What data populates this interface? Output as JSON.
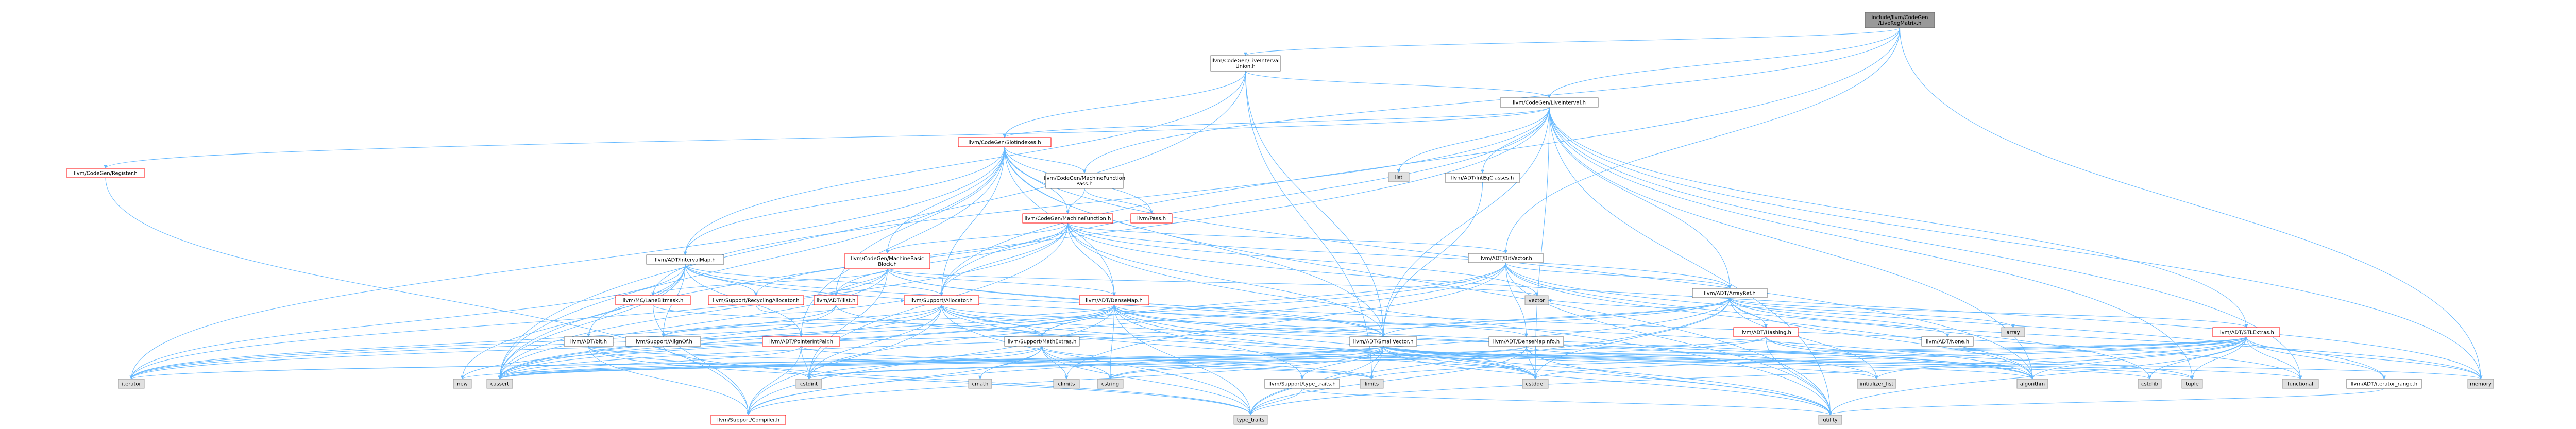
{
  "colors": {
    "root_fill": "#999999",
    "doc_fill": "#ffffff",
    "doc_border": "#666666",
    "trunc_border": "#ff0000",
    "sys_fill": "#e0e0e0",
    "sys_border": "#999999",
    "edge": "#63b8ff"
  },
  "nodes": [
    {
      "id": "root",
      "kind": "root",
      "lines": [
        "include/llvm/CodeGen",
        "/LiveRegMatrix.h"
      ]
    },
    {
      "id": "lil",
      "kind": "doc",
      "lines": [
        "llvm/CodeGen/LiveInterval",
        "Union.h"
      ]
    },
    {
      "id": "li",
      "kind": "doc",
      "lines": [
        "llvm/CodeGen/LiveInterval.h"
      ]
    },
    {
      "id": "si",
      "kind": "trunc",
      "lines": [
        "llvm/CodeGen/SlotIndexes.h"
      ]
    },
    {
      "id": "reg",
      "kind": "trunc",
      "lines": [
        "llvm/CodeGen/Register.h"
      ]
    },
    {
      "id": "mfp",
      "kind": "doc",
      "lines": [
        "llvm/CodeGen/MachineFunction",
        "Pass.h"
      ]
    },
    {
      "id": "mf",
      "kind": "trunc",
      "lines": [
        "llvm/CodeGen/MachineFunction.h"
      ]
    },
    {
      "id": "pass",
      "kind": "trunc",
      "lines": [
        "llvm/Pass.h"
      ]
    },
    {
      "id": "list",
      "kind": "sys",
      "lines": [
        "list"
      ]
    },
    {
      "id": "ieqc",
      "kind": "doc",
      "lines": [
        "llvm/ADT/IntEqClasses.h"
      ]
    },
    {
      "id": "imap",
      "kind": "doc",
      "lines": [
        "llvm/ADT/IntervalMap.h"
      ]
    },
    {
      "id": "mbb",
      "kind": "trunc",
      "lines": [
        "llvm/CodeGen/MachineBasic",
        "Block.h"
      ]
    },
    {
      "id": "bitv",
      "kind": "doc",
      "lines": [
        "llvm/ADT/BitVector.h"
      ]
    },
    {
      "id": "aref",
      "kind": "doc",
      "lines": [
        "llvm/ADT/ArrayRef.h"
      ]
    },
    {
      "id": "lbm",
      "kind": "trunc",
      "lines": [
        "llvm/MC/LaneBitmask.h"
      ]
    },
    {
      "id": "recyc",
      "kind": "trunc",
      "lines": [
        "llvm/Support/RecyclingAllocator.h"
      ]
    },
    {
      "id": "ilist",
      "kind": "trunc",
      "lines": [
        "llvm/ADT/ilist.h"
      ]
    },
    {
      "id": "alloc",
      "kind": "trunc",
      "lines": [
        "llvm/Support/Allocator.h"
      ]
    },
    {
      "id": "dmap",
      "kind": "trunc",
      "lines": [
        "llvm/ADT/DenseMap.h"
      ]
    },
    {
      "id": "vector",
      "kind": "sys",
      "lines": [
        "vector"
      ]
    },
    {
      "id": "hashing",
      "kind": "trunc",
      "lines": [
        "llvm/ADT/Hashing.h"
      ]
    },
    {
      "id": "array",
      "kind": "sys",
      "lines": [
        "array"
      ]
    },
    {
      "id": "stlx",
      "kind": "trunc",
      "lines": [
        "llvm/ADT/STLExtras.h"
      ]
    },
    {
      "id": "bit",
      "kind": "doc",
      "lines": [
        "llvm/ADT/bit.h"
      ]
    },
    {
      "id": "align",
      "kind": "doc",
      "lines": [
        "llvm/Support/AlignOf.h"
      ]
    },
    {
      "id": "pip",
      "kind": "trunc",
      "lines": [
        "llvm/ADT/PointerIntPair.h"
      ]
    },
    {
      "id": "mextras",
      "kind": "doc",
      "lines": [
        "llvm/Support/MathExtras.h"
      ]
    },
    {
      "id": "svec",
      "kind": "doc",
      "lines": [
        "llvm/ADT/SmallVector.h"
      ]
    },
    {
      "id": "dmi",
      "kind": "doc",
      "lines": [
        "llvm/ADT/DenseMapInfo.h"
      ]
    },
    {
      "id": "none",
      "kind": "doc",
      "lines": [
        "llvm/ADT/None.h"
      ]
    },
    {
      "id": "iter",
      "kind": "sys",
      "lines": [
        "iterator"
      ]
    },
    {
      "id": "new",
      "kind": "sys",
      "lines": [
        "new"
      ]
    },
    {
      "id": "cassert",
      "kind": "sys",
      "lines": [
        "cassert"
      ]
    },
    {
      "id": "cstdint",
      "kind": "sys",
      "lines": [
        "cstdint"
      ]
    },
    {
      "id": "compiler",
      "kind": "trunc",
      "lines": [
        "llvm/Support/Compiler.h"
      ]
    },
    {
      "id": "cmath",
      "kind": "sys",
      "lines": [
        "cmath"
      ]
    },
    {
      "id": "climits",
      "kind": "sys",
      "lines": [
        "climits"
      ]
    },
    {
      "id": "cstring",
      "kind": "sys",
      "lines": [
        "cstring"
      ]
    },
    {
      "id": "limits",
      "kind": "sys",
      "lines": [
        "limits"
      ]
    },
    {
      "id": "typetraits",
      "kind": "doc",
      "lines": [
        "llvm/Support/type_traits.h"
      ]
    },
    {
      "id": "type_traits",
      "kind": "sys",
      "lines": [
        "type_traits"
      ]
    },
    {
      "id": "cstddef",
      "kind": "sys",
      "lines": [
        "cstddef"
      ]
    },
    {
      "id": "utility",
      "kind": "sys",
      "lines": [
        "utility"
      ]
    },
    {
      "id": "initlist",
      "kind": "sys",
      "lines": [
        "initializer_list"
      ]
    },
    {
      "id": "algorithm",
      "kind": "sys",
      "lines": [
        "algorithm"
      ]
    },
    {
      "id": "cstdlib",
      "kind": "sys",
      "lines": [
        "cstdlib"
      ]
    },
    {
      "id": "tuple",
      "kind": "sys",
      "lines": [
        "tuple"
      ]
    },
    {
      "id": "functional",
      "kind": "sys",
      "lines": [
        "functional"
      ]
    },
    {
      "id": "itrange",
      "kind": "doc",
      "lines": [
        "llvm/ADT/iterator_range.h"
      ]
    },
    {
      "id": "memory",
      "kind": "sys",
      "lines": [
        "memory"
      ]
    }
  ]
}
